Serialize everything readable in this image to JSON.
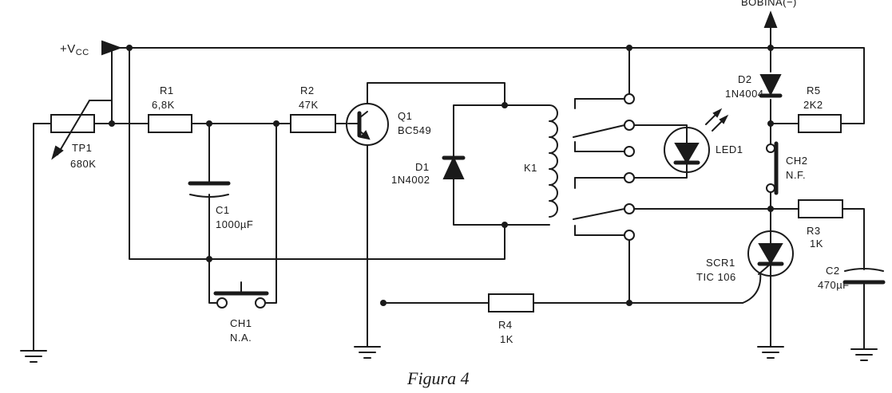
{
  "caption": "Figura 4",
  "vcc_label": "+V",
  "vcc_sub": "CC",
  "bobina_label": "BOBINA(−)",
  "components": {
    "tp1": {
      "ref": "TP1",
      "value": "680K"
    },
    "r1": {
      "ref": "R1",
      "value": "6,8K"
    },
    "r2": {
      "ref": "R2",
      "value": "47K"
    },
    "c1": {
      "ref": "C1",
      "value": "1000µF"
    },
    "ch1": {
      "ref": "CH1",
      "value": "N.A."
    },
    "q1": {
      "ref": "Q1",
      "value": "BC549"
    },
    "d1": {
      "ref": "D1",
      "value": "1N4002"
    },
    "k1": {
      "ref": "K1"
    },
    "r4": {
      "ref": "R4",
      "value": "1K"
    },
    "led1": {
      "ref": "LED1"
    },
    "d2": {
      "ref": "D2",
      "value": "1N4004"
    },
    "r5": {
      "ref": "R5",
      "value": "2K2"
    },
    "ch2": {
      "ref": "CH2",
      "value": "N.F."
    },
    "r3": {
      "ref": "R3",
      "value": "1K"
    },
    "scr1": {
      "ref": "SCR1",
      "value": "TIC 106"
    },
    "c2": {
      "ref": "C2",
      "value": "470µF"
    }
  }
}
